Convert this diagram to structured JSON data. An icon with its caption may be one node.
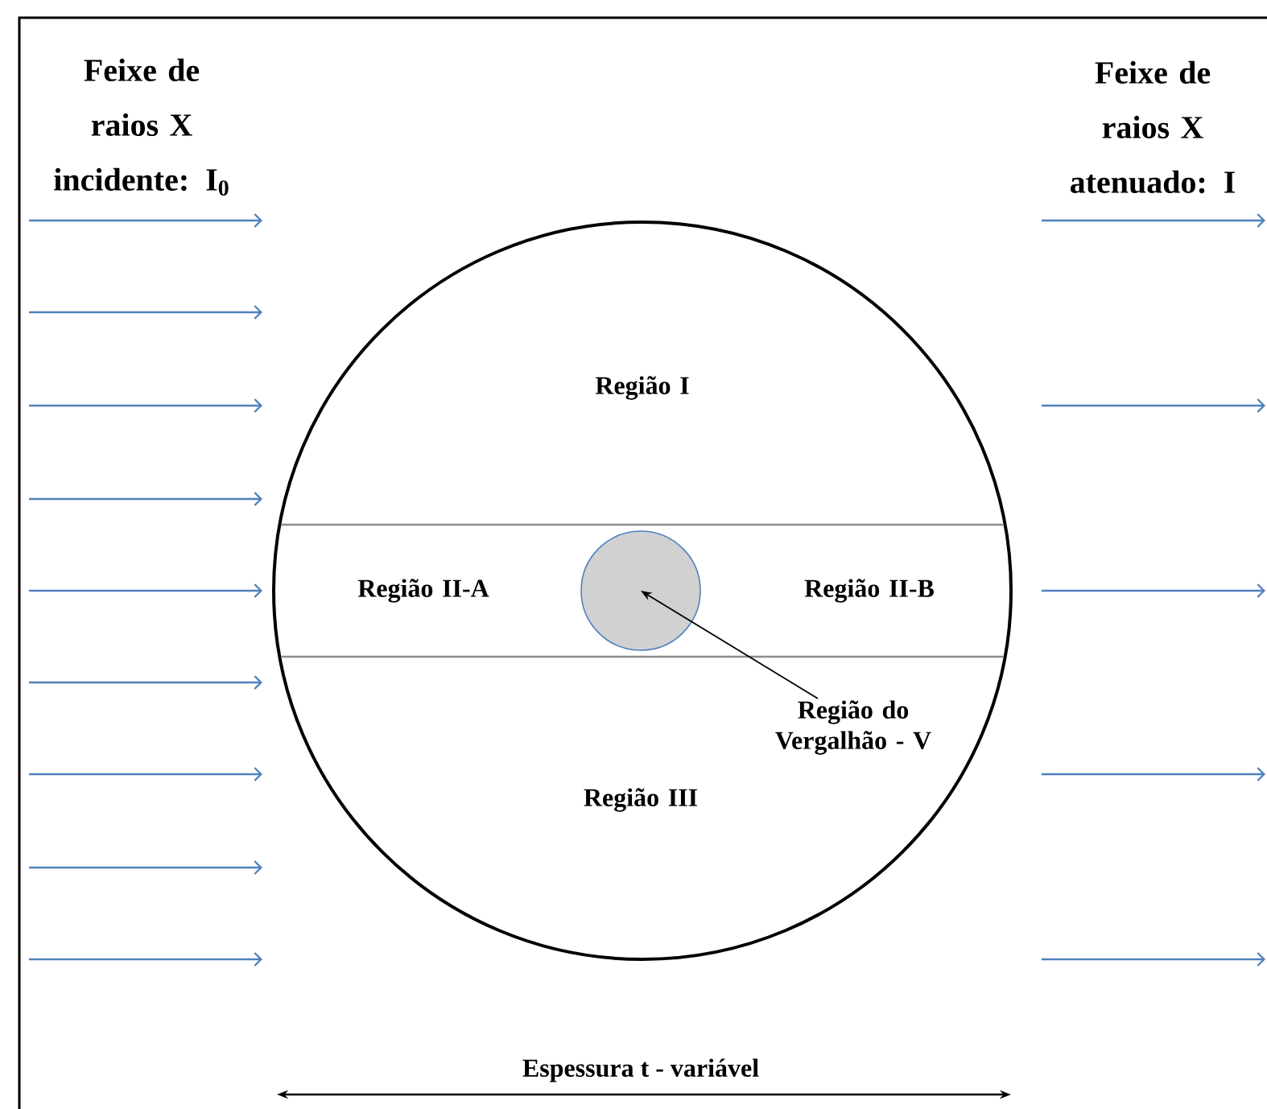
{
  "diagram": {
    "nodes": [
      {
        "text": [],
        "shape": "circle"
      },
      {
        "text": [
          "Região I"
        ],
        "in": 0
      },
      {
        "text": [
          "Região II-A"
        ],
        "in": 0
      },
      {
        "text": [],
        "shape": "circle",
        "in": 0
      },
      {
        "text": [
          "Região II-B"
        ],
        "in": 0
      },
      {
        "text": [
          "Região do Vergalhão - V"
        ],
        "in": 0
      },
      {
        "text": [
          "Região III"
        ],
        "in": 0
      }
    ],
    "edges": [
      {
        "from": 5,
        "to": 3,
        "arrow": "to"
      }
    ],
    "labels": [
      "Feixe de raios X incidente: I$_{0}$",
      "Feixe de raios X atenuado: I",
      "Espessura t - variável"
    ]
  }
}
